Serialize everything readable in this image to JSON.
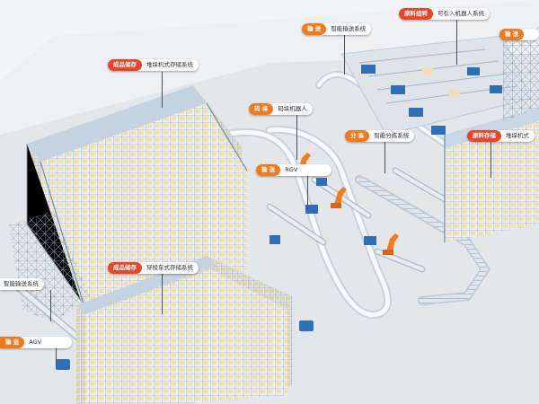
{
  "colors": {
    "accent_orange": "#f07a1c",
    "accent_red": "#e8452a",
    "rack_frame": "#8ea6bf",
    "rack_bay": "#eef3f7",
    "goods": "#efe0bd",
    "conveyor": "#dfe6ee",
    "machine_blue": "#2f6fb8",
    "robot_orange": "#ef7d1d",
    "floor": "#e4e7ea"
  },
  "labels": [
    {
      "id": "stacker-storage",
      "tag": "成品储存",
      "text": "堆垛机式存储系统",
      "tag_color": "#e8452a"
    },
    {
      "id": "conveyor-top",
      "tag": "输 送",
      "text": "智能输送系统",
      "tag_color": "#f07a1c"
    },
    {
      "id": "material-group",
      "tag": "原料组转",
      "text": "可引入机器人系统",
      "tag_color": "#e8452a"
    },
    {
      "id": "conveyor-right",
      "tag": "输 送",
      "text": "",
      "tag_color": "#f07a1c"
    },
    {
      "id": "palletizing",
      "tag": "码 垛",
      "text": "码垛机器人",
      "tag_color": "#f07a1c"
    },
    {
      "id": "sorting",
      "tag": "分 拣",
      "text": "智能分拣系统",
      "tag_color": "#f07a1c"
    },
    {
      "id": "raw-storage",
      "tag": "原料存储",
      "text": "堆垛机式",
      "tag_color": "#e8452a"
    },
    {
      "id": "rgv",
      "tag": "输 送",
      "text": "RGV",
      "tag_color": "#f07a1c"
    },
    {
      "id": "shuttle-storage",
      "tag": "成品储存",
      "text": "穿梭车式存储系统",
      "tag_color": "#e8452a"
    },
    {
      "id": "conveyor-left",
      "tag": "",
      "text": "智能输送系统",
      "tag_color": "#f07a1c"
    },
    {
      "id": "agv",
      "tag": "输 送",
      "text": "AGV",
      "tag_color": "#f07a1c"
    }
  ]
}
